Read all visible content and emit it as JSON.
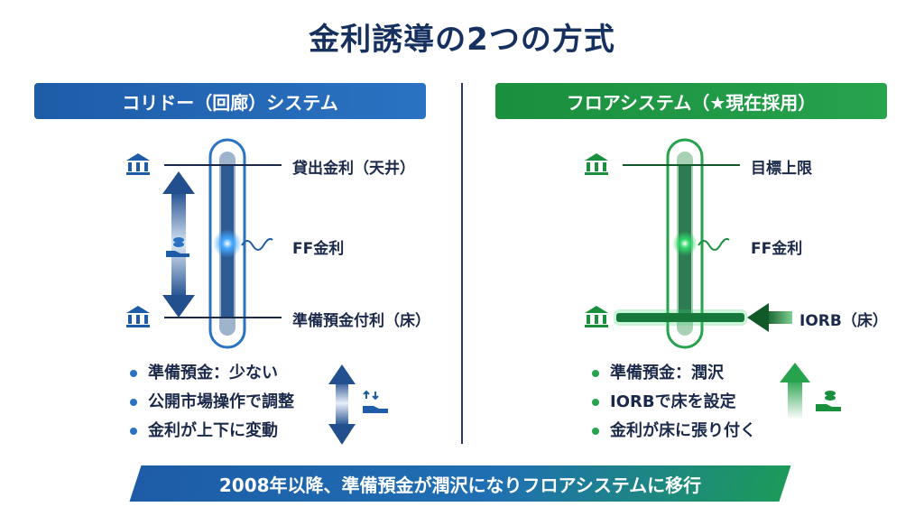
{
  "title": "金利誘導の2つの方式",
  "left": {
    "header": "コリドー（回廊）システム",
    "labels": {
      "ceiling": "貸出金利（天井）",
      "ff": "FF金利",
      "floor": "準備預金付利（床）"
    },
    "bullets": [
      "準備預金：少ない",
      "公開市場操作で調整",
      "金利が上下に変動"
    ],
    "accent": "#1e5ca8"
  },
  "right": {
    "header": "フロアシステム（★現在採用）",
    "labels": {
      "ceiling": "目標上限",
      "ff": "FF金利",
      "floor": "IORB（床）"
    },
    "bullets": [
      "準備預金：潤沢",
      "IORBで床を設定",
      "金利が床に張り付く"
    ],
    "accent": "#1a8f3e"
  },
  "footer": "2008年以降、準備預金が潤沢になりフロアシステムに移行",
  "icons": [
    "bank-icon",
    "coin-hand-icon",
    "up-down-arrow-icon",
    "up-arrow-icon",
    "left-arrow-icon"
  ]
}
